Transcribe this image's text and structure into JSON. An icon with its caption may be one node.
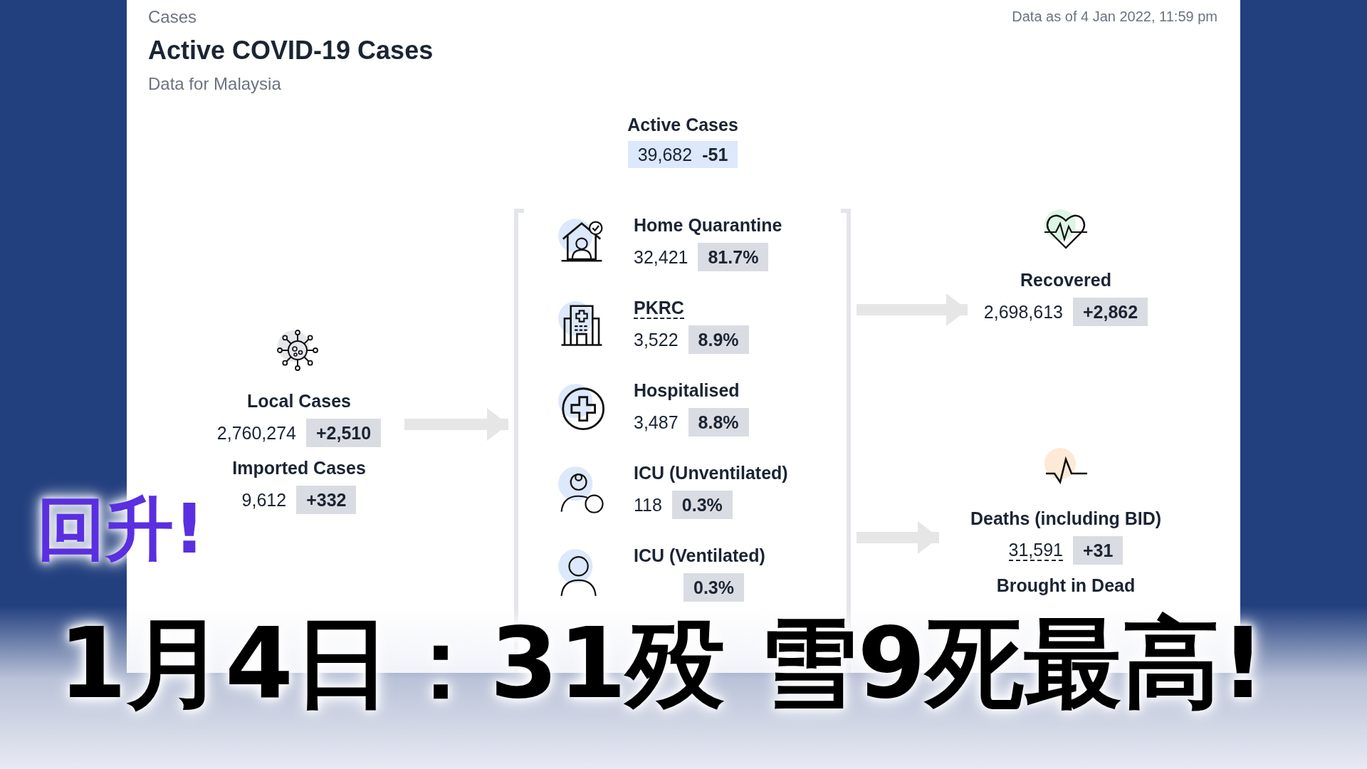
{
  "diagram": {
    "title": "Active COVID-19 Cases",
    "nodes": [
      {
        "text": [
          "Active Cases",
          "39,682",
          "-51"
        ]
      },
      {
        "text": [
          "Local Cases",
          "2,760,274",
          "+2,510",
          "Imported Cases",
          "9,612",
          "+332"
        ]
      },
      {
        "text": [],
        "shape": "bracket"
      },
      {
        "text": [
          "Home Quarantine",
          "32,421",
          "81.7%"
        ],
        "in": 2
      },
      {
        "text": [
          "PKRC",
          "3,522",
          "8.9%"
        ],
        "in": 2
      },
      {
        "text": [
          "Hospitalised",
          "3,487",
          "8.8%"
        ],
        "in": 2
      },
      {
        "text": [
          "ICU (Unventilated)",
          "118",
          "0.3%"
        ],
        "in": 2
      },
      {
        "text": [
          "ICU (Ventilated)",
          "0.3%"
        ],
        "in": 2
      },
      {
        "text": [
          "Recovered",
          "2,698,613",
          "+2,862"
        ]
      },
      {
        "text": [
          "Deaths (including BID)",
          "31,591",
          "+31",
          "Brought in Dead"
        ]
      }
    ],
    "edges": [
      {
        "from": 1,
        "to": 2,
        "arrow": "to"
      },
      {
        "from": 2,
        "to": 8,
        "arrow": "to"
      },
      {
        "from": 2,
        "to": 9,
        "arrow": "to"
      }
    ],
    "labels": [
      "Cases",
      "Data as of 4 Jan 2022, 11:59 pm",
      "Data for Malaysia",
      "回升!",
      "1月4日：31殁 雪9死最高!"
    ]
  }
}
